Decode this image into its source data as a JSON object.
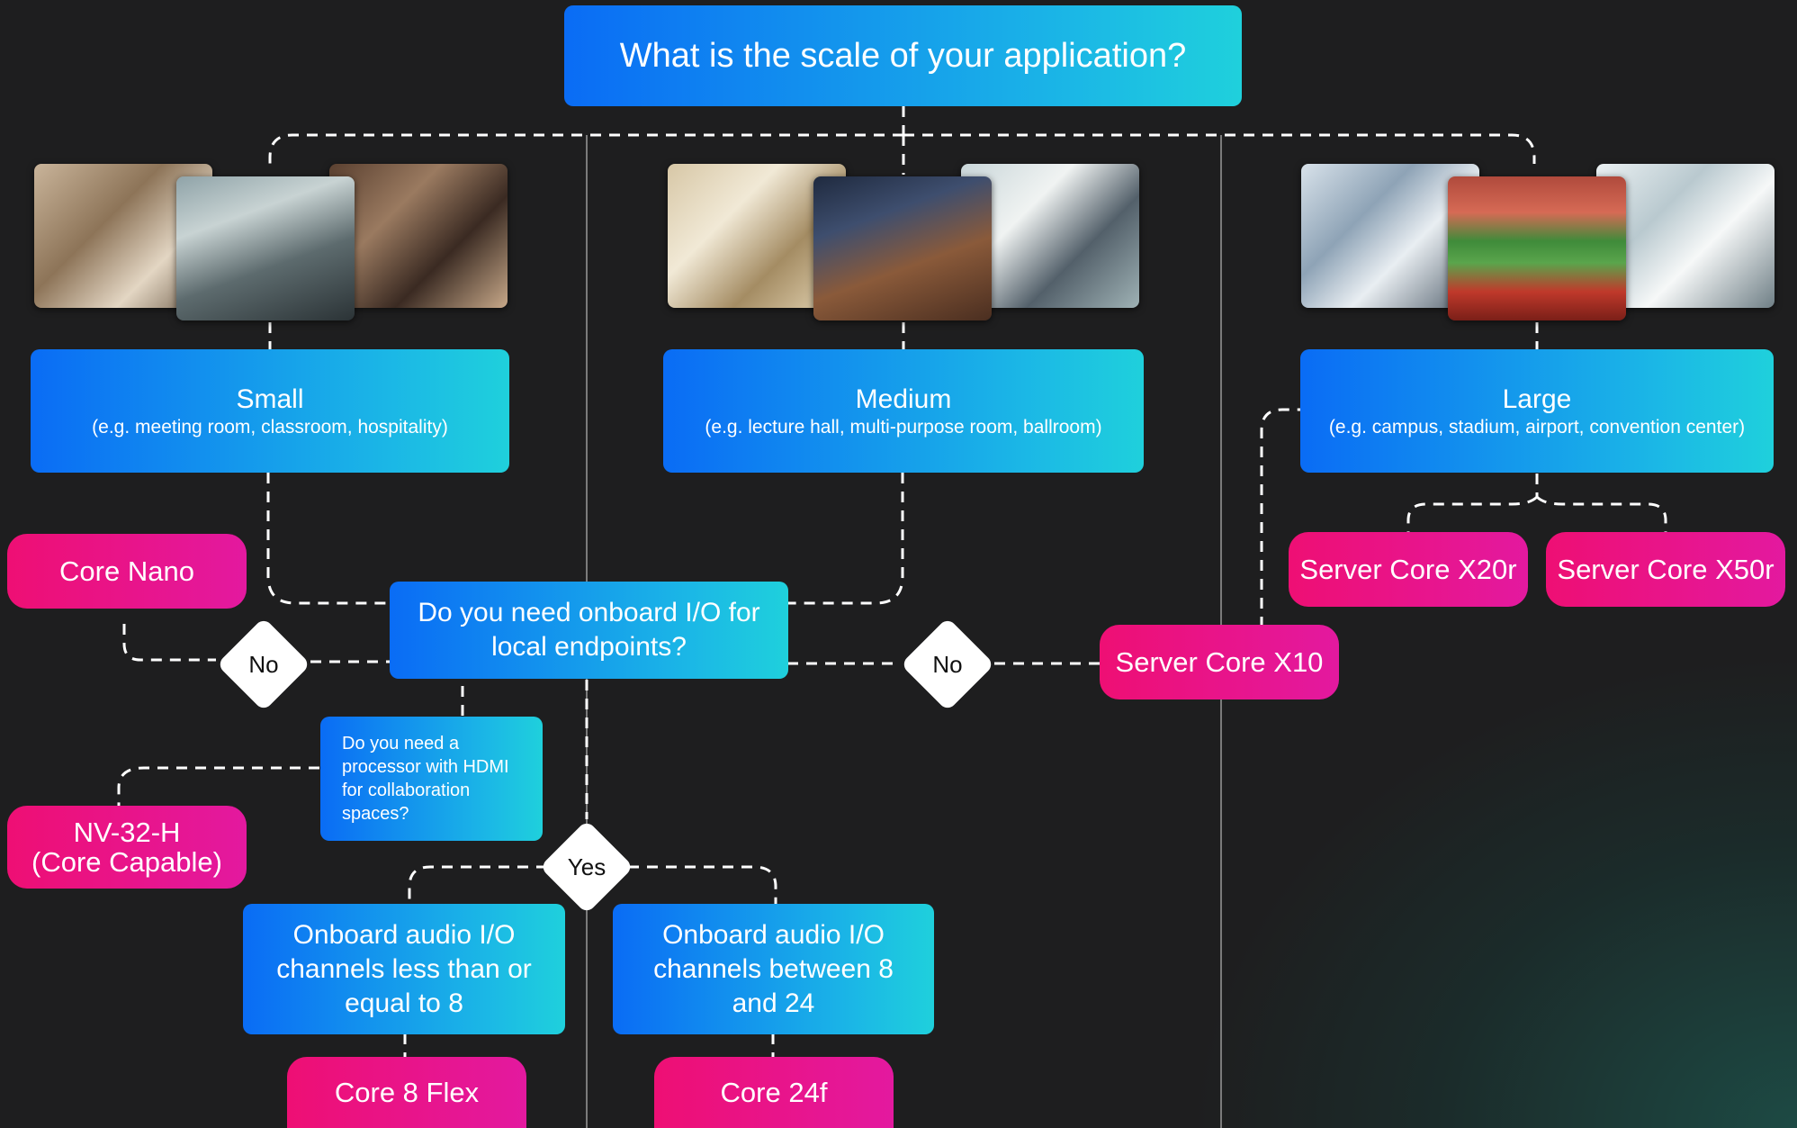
{
  "title": "What is the scale of your application?",
  "scales": [
    {
      "name": "Small",
      "examples": "(e.g. meeting room, classroom, hospitality)"
    },
    {
      "name": "Medium",
      "examples": "(e.g. lecture hall, multi-purpose room, ballroom)"
    },
    {
      "name": "Large",
      "examples": "(e.g. campus, stadium, airport, convention center)"
    }
  ],
  "questions": {
    "onboard_io": "Do you need onboard I/O for local endpoints?",
    "hdmi": "Do you need a processor with HDMI for collaboration spaces?"
  },
  "answers": {
    "no_left": "No",
    "no_right": "No",
    "yes": "Yes"
  },
  "io_options": {
    "low": "Onboard audio I/O channels less than or equal to 8",
    "mid": "Onboard audio I/O channels between 8 and 24"
  },
  "products": {
    "core_nano": "Core Nano",
    "nv32h_line1": "NV-32-H",
    "nv32h_line2": "(Core Capable)",
    "core_8_flex": "Core 8 Flex",
    "core_24f": "Core 24f",
    "server_core_x10": "Server Core X10",
    "server_core_x20r": "Server Core X20r",
    "server_core_x50r": "Server Core X50r"
  },
  "colors": {
    "box_gradient_start": "#0a6cf5",
    "box_gradient_end": "#1fd0dc",
    "product_pink": "#ee0f74",
    "product_magenta": "#e3199f",
    "connector": "#ffffff",
    "background": "#1e1e1f"
  }
}
